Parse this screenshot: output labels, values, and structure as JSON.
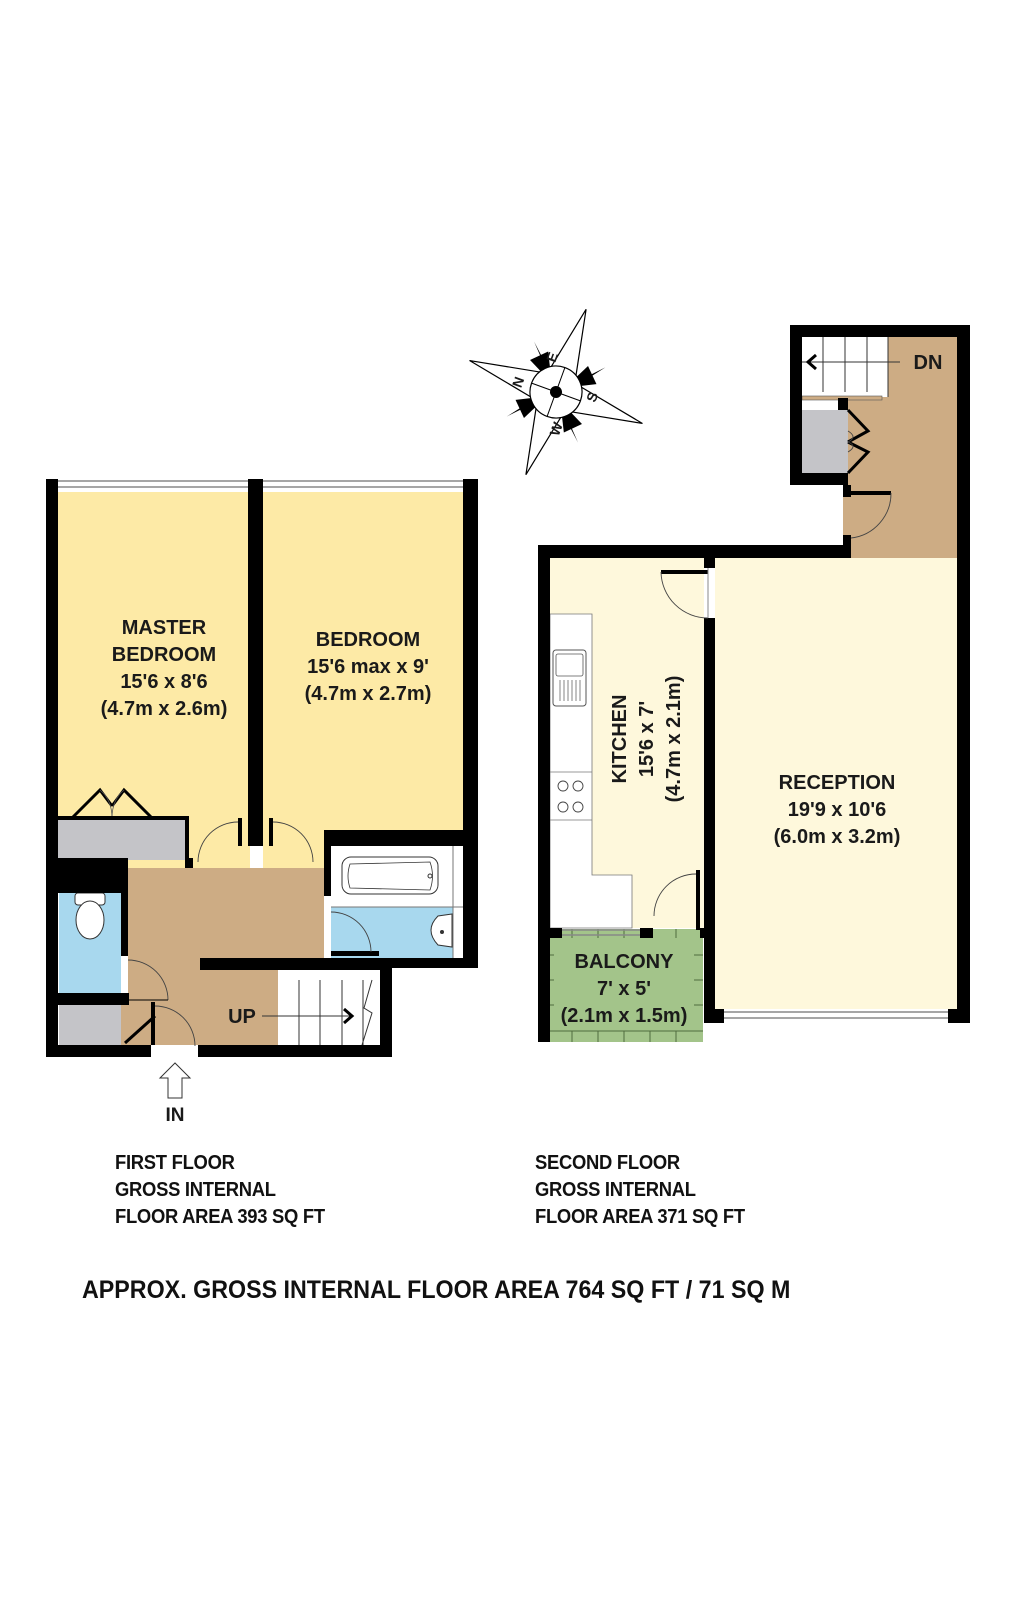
{
  "colors": {
    "wall": "#000000",
    "bedroom": "#fdeaa6",
    "reception": "#fef8dc",
    "hall": "#cdac84",
    "wet_room": "#a8d8ee",
    "storage": "#c4c4c8",
    "balcony": "#a3c48a",
    "white_fixture": "#ffffff"
  },
  "compass": {
    "north": "N",
    "east": "E",
    "south": "S",
    "west": "W"
  },
  "first_floor": {
    "rooms": {
      "master_bedroom": {
        "name_line1": "MASTER",
        "name_line2": "BEDROOM",
        "imperial": "15'6 x 8'6",
        "metric": "(4.7m x 2.6m)"
      },
      "bedroom": {
        "name": "BEDROOM",
        "imperial": "15'6 max x 9'",
        "metric": "(4.7m x 2.7m)"
      }
    },
    "stairs_label": "UP",
    "entrance_label": "IN",
    "caption": {
      "line1": "FIRST FLOOR",
      "line2": "GROSS INTERNAL",
      "line3": "FLOOR AREA 393 SQ FT"
    }
  },
  "second_floor": {
    "rooms": {
      "kitchen": {
        "name": "KITCHEN",
        "imperial": "15'6 x 7'",
        "metric": "(4.7m x 2.1m)"
      },
      "reception": {
        "name": "RECEPTION",
        "imperial": "19'9 x 10'6",
        "metric": "(6.0m x 3.2m)"
      },
      "balcony": {
        "name": "BALCONY",
        "imperial": "7' x 5'",
        "metric": "(2.1m x 1.5m)"
      }
    },
    "stairs_label": "DN",
    "caption": {
      "line1": "SECOND FLOOR",
      "line2": "GROSS INTERNAL",
      "line3": "FLOOR AREA 371 SQ FT"
    }
  },
  "total_area": "APPROX. GROSS INTERNAL FLOOR AREA 764 SQ FT / 71 SQ M"
}
